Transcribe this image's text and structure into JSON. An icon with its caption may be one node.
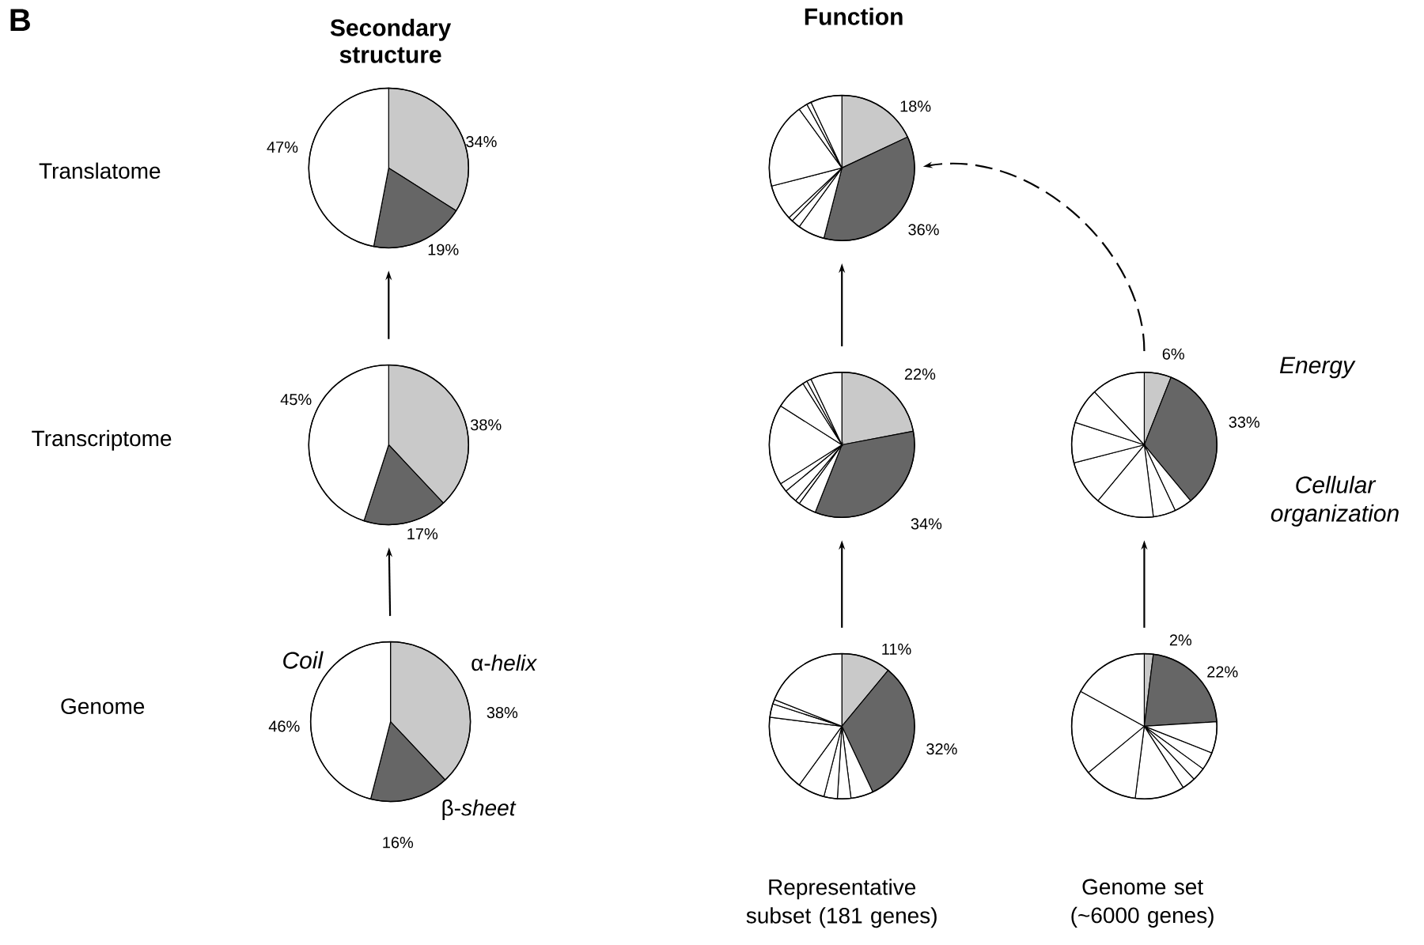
{
  "diagram": {
    "nodes": [
      {
        "text": [],
        "shape": "circle",
        "beside": [
          "47%",
          "34%",
          "19%"
        ]
      },
      {
        "text": [],
        "shape": "circle",
        "beside": [
          "18%",
          "36%"
        ]
      },
      {
        "text": [],
        "shape": "circle",
        "beside": [
          "45%",
          "38%",
          "17%"
        ]
      },
      {
        "text": [],
        "shape": "circle",
        "beside": [
          "22%",
          "34%"
        ]
      },
      {
        "text": [],
        "shape": "circle",
        "beside": [
          "6%",
          "33%"
        ]
      },
      {
        "text": [],
        "shape": "circle",
        "beside": [
          "46%",
          "38%",
          "16%"
        ]
      },
      {
        "text": [],
        "shape": "circle",
        "beside": [
          "11%",
          "32%"
        ]
      },
      {
        "text": [],
        "shape": "circle",
        "beside": [
          "2%",
          "22%"
        ]
      }
    ],
    "edges": [
      {
        "from": 5,
        "to": 2,
        "arrow": "to"
      },
      {
        "from": 2,
        "to": 0,
        "arrow": "to"
      },
      {
        "from": 6,
        "to": 3,
        "arrow": "to"
      },
      {
        "from": 3,
        "to": 1,
        "arrow": "to"
      },
      {
        "from": 7,
        "to": 4,
        "arrow": "to"
      },
      {
        "from": 4,
        "to": 1,
        "arrow": "to",
        "style": "dashed"
      }
    ],
    "labels": [
      "B",
      "Secondary structure",
      "Function",
      "Translatome",
      "Transcriptome",
      "Genome",
      "Coil",
      "α-*helix*",
      "β-*sheet*",
      "Energy",
      "Cellular organization",
      "Representative subset (181 genes)",
      "Genome set (~6000 genes)"
    ]
  }
}
